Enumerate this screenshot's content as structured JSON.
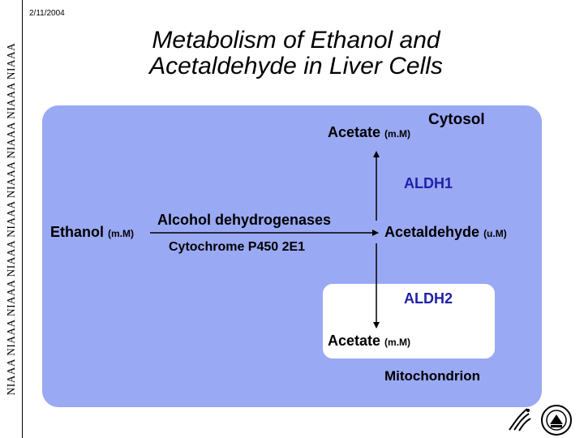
{
  "sidebar": {
    "repeat_text": "NIAAA NIAAA NIAAA NIAAA NIAAA NIAAA NIAAA NIAAA NIAAA"
  },
  "header": {
    "date": "2/11/2004"
  },
  "slide": {
    "title_line1": "Metabolism of Ethanol and",
    "title_line2": "Acetaldehyde in Liver Cells"
  },
  "diagram": {
    "cytosol_label": "Cytosol",
    "mitochondrion_label": "Mitochondrion",
    "ethanol": {
      "name": "Ethanol",
      "unit": "(m.M)"
    },
    "acetaldehyde": {
      "name": "Acetaldehyde",
      "unit": "(u.M)"
    },
    "acetate_top": {
      "name": "Acetate",
      "unit": "(m.M)"
    },
    "acetate_bottom": {
      "name": "Acetate",
      "unit": "(m.M)"
    },
    "enzyme_adh": "Alcohol dehydrogenases",
    "enzyme_cyp": "Cytochrome P450 2E1",
    "enzyme_aldh1": "ALDH1",
    "enzyme_aldh2": "ALDH2"
  },
  "logos": [
    "hhs-eagle-icon",
    "nih-seal-icon"
  ],
  "colors": {
    "cytosol_fill": "#9aa9f4",
    "mitochondrion_fill": "#ffffff",
    "enzyme_text": "#2020a8"
  }
}
